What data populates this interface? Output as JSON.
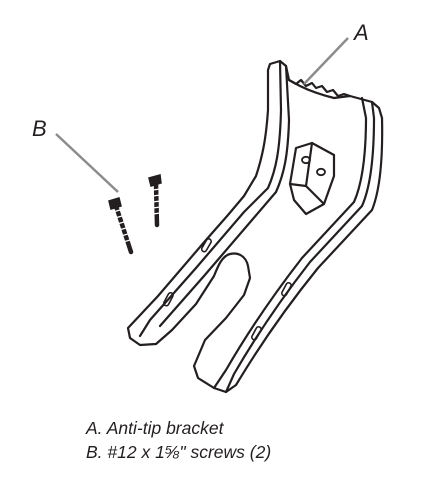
{
  "callouts": {
    "a_letter": "A",
    "b_letter": "B"
  },
  "legend": {
    "item_a": "A. Anti-tip bracket",
    "item_b": "B. #12 x 1⅝\" screws (2)"
  },
  "colors": {
    "line": "#231f20",
    "leader": "#8c8c8c",
    "background": "#ffffff"
  },
  "icons": {
    "bracket": "anti-tip-bracket-icon",
    "screw": "screw-icon"
  }
}
